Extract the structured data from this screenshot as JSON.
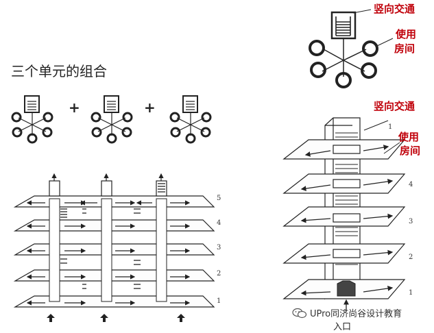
{
  "title": "三个单元的组合",
  "labels": {
    "vertical_traffic": "竖向交通",
    "use_rooms_line1": "使用",
    "use_rooms_line2": "房间",
    "entrance": "入口"
  },
  "floor_numbers_left": [
    "5",
    "4",
    "3",
    "2",
    "1"
  ],
  "floor_numbers_right": [
    "1",
    "4",
    "3",
    "2",
    "1"
  ],
  "watermark": "UPro同济尚谷设计教育",
  "plus": "+",
  "colors": {
    "label_red": "#c0000a",
    "ink": "#222222"
  },
  "icons": [
    "wechat-icon"
  ]
}
